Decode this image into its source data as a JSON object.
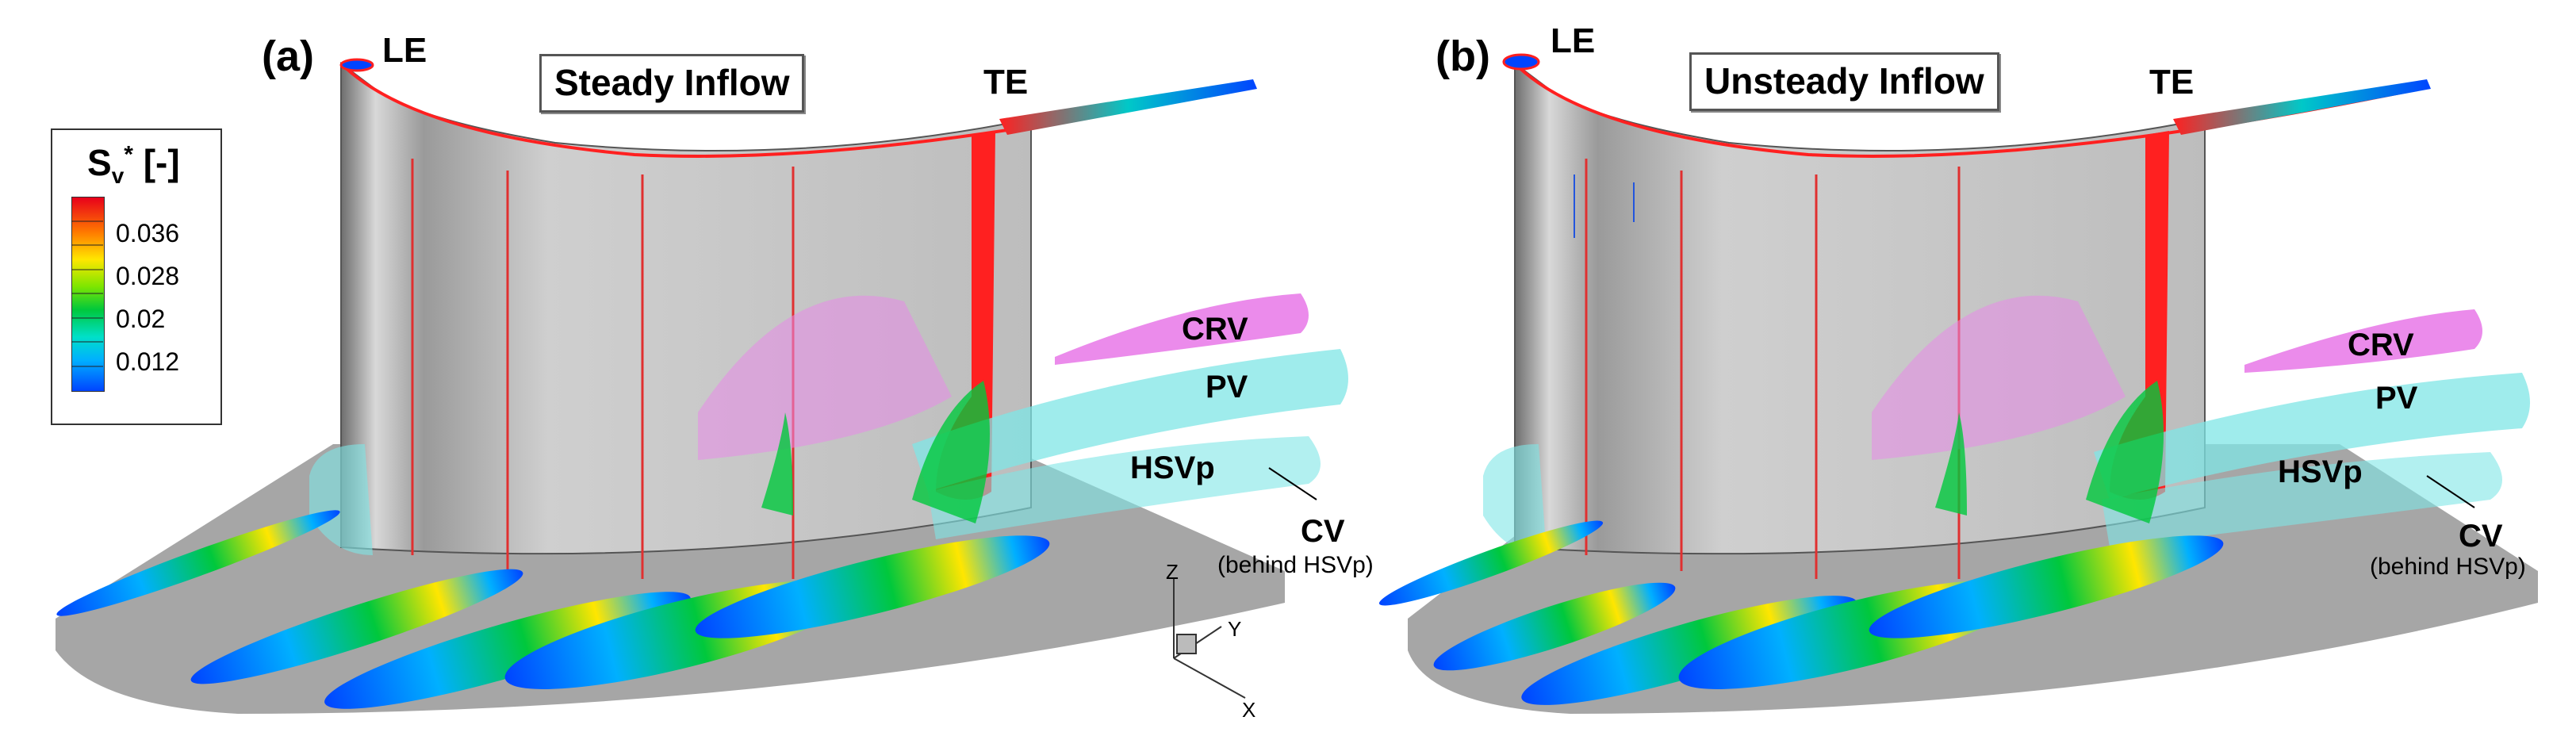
{
  "panels": [
    {
      "letter": "(a)",
      "title": "Steady Inflow",
      "labels": {
        "le": "LE",
        "te": "TE",
        "crv": "CRV",
        "pv": "PV",
        "hsvp": "HSVp",
        "cv": "CV",
        "cv_note": "(behind HSVp)"
      }
    },
    {
      "letter": "(b)",
      "title": "Unsteady Inflow",
      "labels": {
        "le": "LE",
        "te": "TE",
        "crv": "CRV",
        "pv": "PV",
        "hsvp": "HSVp",
        "cv": "CV",
        "cv_note": "(behind HSVp)"
      }
    }
  ],
  "legend": {
    "symbol": "S",
    "subscript": "v",
    "superscript": "*",
    "unit": "[-]",
    "ticks": [
      "0.036",
      "0.028",
      "0.02",
      "0.012"
    ],
    "colors": [
      "#e8001a",
      "#ff7a00",
      "#ffe600",
      "#7ee600",
      "#00c83c",
      "#00e0c8",
      "#00b0ff",
      "#0044ff"
    ]
  },
  "axes": {
    "z": "Z",
    "y": "Y",
    "x": "X"
  },
  "colors": {
    "blade": "#c9c9c9",
    "endwall": "#a8a8a8",
    "vortex_cyan": "#7fe6e6",
    "vortex_magenta": "#e88ae8",
    "hot": "#ff2020"
  }
}
